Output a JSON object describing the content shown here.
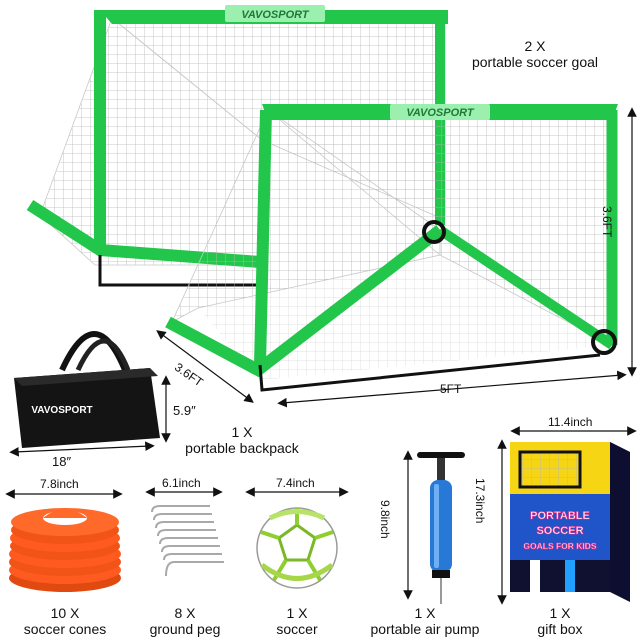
{
  "brand": "VAVOSPORT",
  "colors": {
    "goal_green": "#22c64a",
    "net": "#ffffff",
    "bag": "#141414",
    "cone": "#ff5a1f",
    "pump_blue": "#2878d8",
    "box_blue": "#1f55c9"
  },
  "goals": {
    "count": "2 X",
    "name": "portable soccer goal",
    "height": "3.6FT",
    "depth": "3.6FT",
    "width": "5FT"
  },
  "backpack": {
    "count": "1 X",
    "name": "portable backpack",
    "height": "5.9″",
    "length": "18″"
  },
  "items": [
    {
      "count": "10 X",
      "name": "soccer cones",
      "size": "7.8inch"
    },
    {
      "count": "8 X",
      "name": "ground peg",
      "size": "6.1inch"
    },
    {
      "count": "1 X",
      "name": "soccer",
      "size": "7.4inch"
    },
    {
      "count": "1 X",
      "name": "portable air pump",
      "size": "9.8inch"
    },
    {
      "count": "1 X",
      "name": "gift box",
      "width": "11.4inch",
      "height": "17.3inch"
    }
  ],
  "gift_box_text": [
    "PORTABLE",
    "SOCCER",
    "GOALS FOR KIDS"
  ]
}
